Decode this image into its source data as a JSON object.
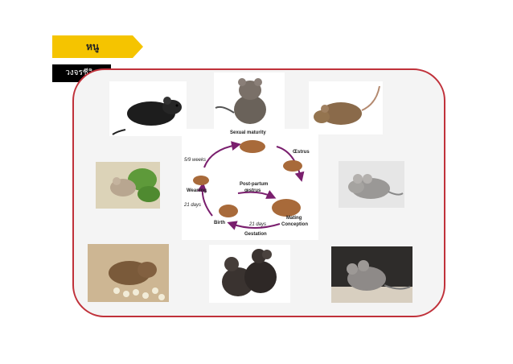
{
  "header": {
    "title": "หนู",
    "subtitle": "วงจรชีวิต"
  },
  "colors": {
    "banner": "#f5c400",
    "frame_border": "#c0313a",
    "frame_fill": "#f4f4f4",
    "cycle_arrows": "#7a1f6e"
  },
  "lifecycle": {
    "sexual_maturity": "Sexual maturity",
    "oestrus": "Œstrus",
    "weeks": "5/9 weeks",
    "post_partum": "Post-partum",
    "oestrus_lower": "œstrus",
    "weaning": "Weaning",
    "days_a": "21 days",
    "birth": "Birth",
    "days_b": "21 days",
    "mating": "Mating",
    "conception": "Conception",
    "gestation": "Gestation"
  }
}
